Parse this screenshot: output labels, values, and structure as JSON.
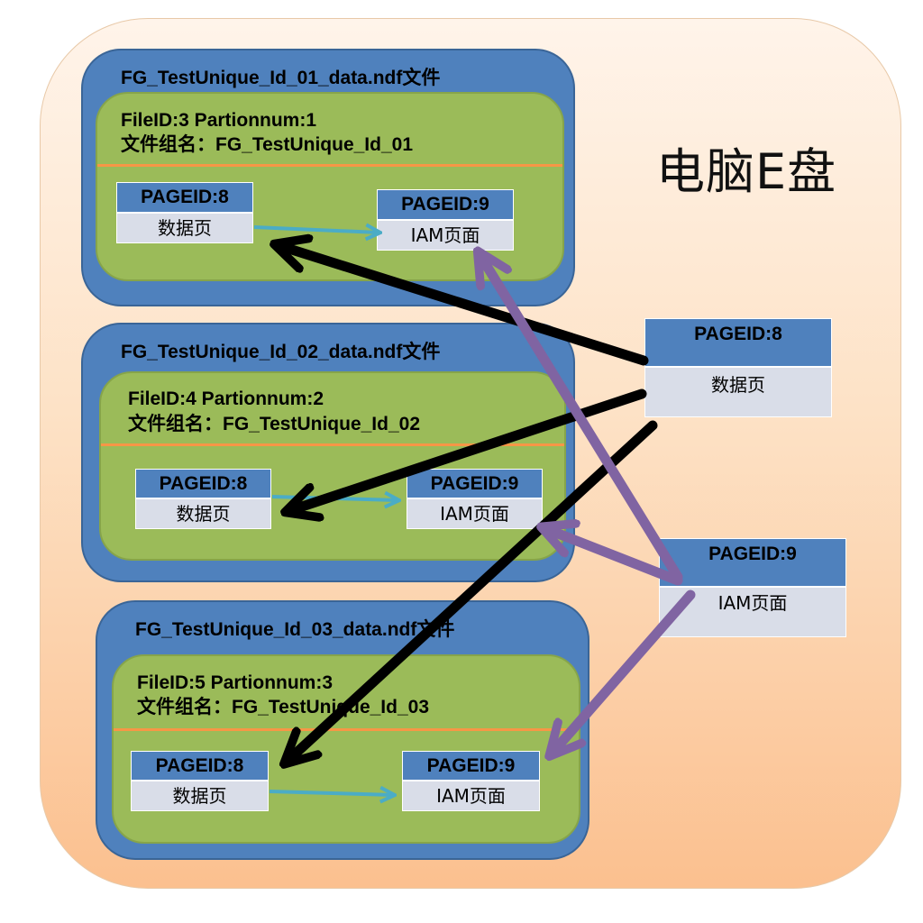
{
  "disk_label": "电脑E盘",
  "files": [
    {
      "title": "FG_TestUnique_Id_01_data.ndf文件",
      "file_line": "FileID:3   Partionnum:1",
      "group_line": "文件组名：FG_TestUnique_Id_01",
      "data_page": {
        "id": "PAGEID:8",
        "label": "数据页"
      },
      "iam_page": {
        "id": "PAGEID:9",
        "label": "IAM页面"
      }
    },
    {
      "title": "FG_TestUnique_Id_02_data.ndf文件",
      "file_line": "FileID:4   Partionnum:2",
      "group_line": "文件组名：FG_TestUnique_Id_02",
      "data_page": {
        "id": "PAGEID:8",
        "label": "数据页"
      },
      "iam_page": {
        "id": "PAGEID:9",
        "label": "IAM页面"
      }
    },
    {
      "title": "FG_TestUnique_Id_03_data.ndf文件",
      "file_line": "FileID:5   Partionnum:3",
      "group_line": "文件组名：FG_TestUnique_Id_03",
      "data_page": {
        "id": "PAGEID:8",
        "label": "数据页"
      },
      "iam_page": {
        "id": "PAGEID:9",
        "label": "IAM页面"
      }
    }
  ],
  "external_data_page": {
    "id": "PAGEID:8",
    "label": "数据页"
  },
  "external_iam_page": {
    "id": "PAGEID:9",
    "label": "IAM页面"
  },
  "colors": {
    "file_blue": "#4f81bd",
    "group_green": "#9bbb59",
    "divider_orange": "#f79646",
    "page_body": "#d9dde8",
    "arrow_black": "#000000",
    "arrow_purple": "#8064a2",
    "arrow_cyan": "#4bacc6"
  }
}
